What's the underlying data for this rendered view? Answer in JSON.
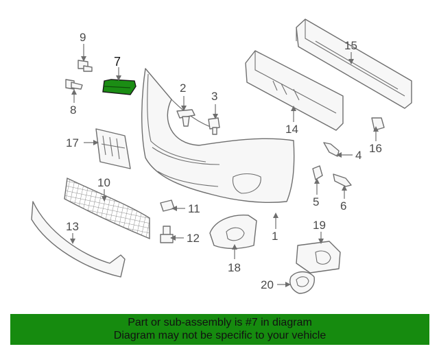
{
  "diagram": {
    "callouts": [
      "1",
      "2",
      "3",
      "4",
      "5",
      "6",
      "7",
      "8",
      "9",
      "10",
      "11",
      "12",
      "13",
      "14",
      "15",
      "16",
      "17",
      "18",
      "19",
      "20"
    ],
    "highlight_part": "7",
    "highlight_color": "#1b8d14"
  },
  "banner": {
    "line1": "Part or sub-assembly is #7 in diagram",
    "line2": "Diagram may not be specific to your vehicle",
    "color": "#168b0f"
  }
}
